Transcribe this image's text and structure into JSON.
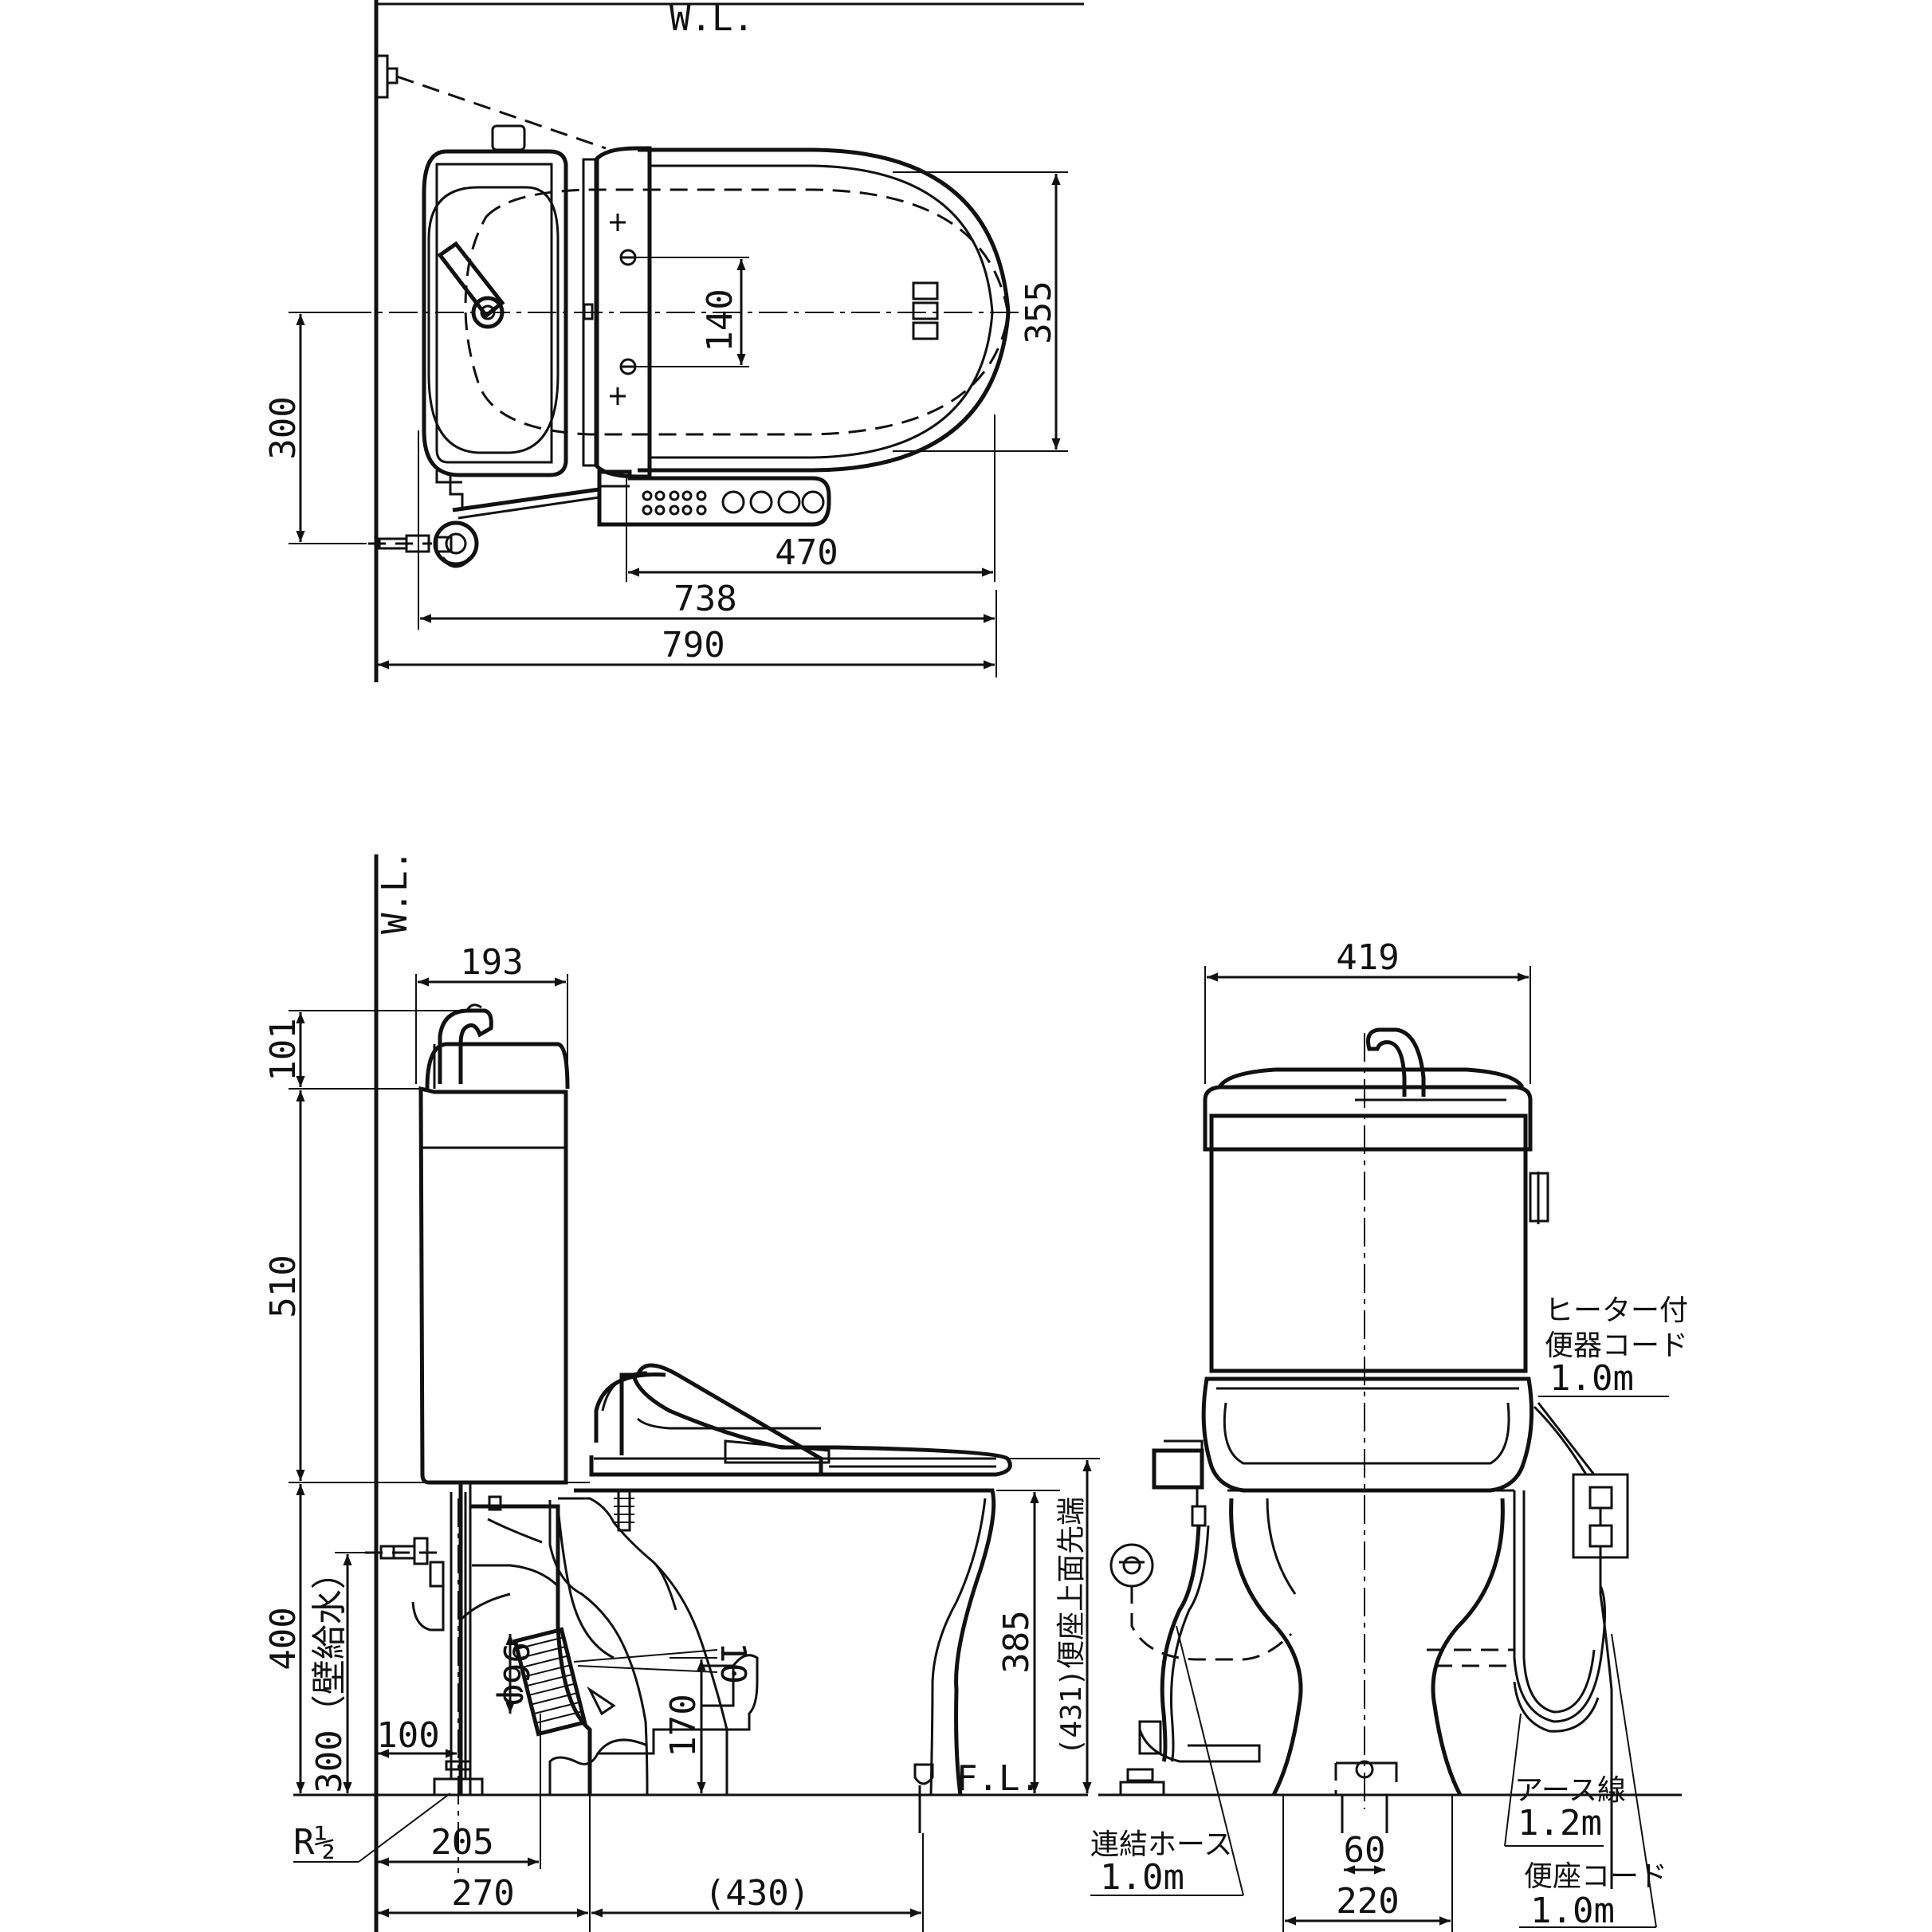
{
  "wall_line": "W.L.",
  "floor_line": "F.L.",
  "pipe_thread": "R½",
  "top_view": {
    "dim_140": "140",
    "dim_355": "355",
    "dim_300": "300",
    "dim_470": "470",
    "dim_738": "738",
    "dim_790": "790"
  },
  "side_view": {
    "dim_193": "193",
    "dim_101": "101",
    "dim_510": "510",
    "dim_400": "400",
    "dim_300_wall_supply": "300（壁給水）",
    "dim_100": "100",
    "dim_205": "205",
    "dim_270": "270",
    "dim_430": "(430)",
    "dim_385": "385",
    "dim_431_seat_top": "(431)便座上面先端",
    "dim_170": "170",
    "dim_10": "10",
    "dim_96": "96φ"
  },
  "front_view": {
    "dim_419": "419",
    "dim_60": "60",
    "dim_220": "220",
    "heater_cord": [
      "ヒーター付",
      "便器コード",
      "1.0m"
    ],
    "connection_hose": [
      "連結ホース",
      "1.0m"
    ],
    "earth_wire": [
      "アース線",
      "1.2m"
    ],
    "seat_cord": [
      "便座コード",
      "1.0m"
    ]
  }
}
